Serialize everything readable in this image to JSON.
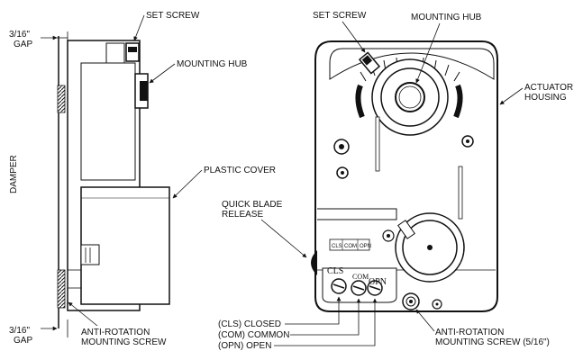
{
  "labels": {
    "gap_top": [
      "3/16\"",
      "GAP"
    ],
    "gap_bottom": [
      "3/16\"",
      "GAP"
    ],
    "damper": "DAMPER",
    "set_screw_side": "SET SCREW",
    "mounting_hub_side": "MOUNTING HUB",
    "plastic_cover": "PLASTIC COVER",
    "anti_rotation_side": [
      "ANTI-ROTATION",
      "MOUNTING SCREW"
    ],
    "quick_blade_release": [
      "QUICK BLADE",
      "RELEASE"
    ],
    "set_screw_front": "SET SCREW",
    "mounting_hub_front": "MOUNTING HUB",
    "actuator_housing": [
      "ACTUATOR",
      "HOUSING"
    ],
    "cls_closed": "(CLS) CLOSED",
    "com_common": "(COM) COMMON",
    "opn_open": "(OPN) OPEN",
    "anti_rotation_front": [
      "ANTI-ROTATION",
      "MOUNTING SCREW (5/16\")"
    ],
    "terminal_cls": "CLS",
    "terminal_com": "COM",
    "terminal_opn": "OPN",
    "small_cls": "CLS",
    "small_com": "COM",
    "small_opn": "OPN"
  }
}
